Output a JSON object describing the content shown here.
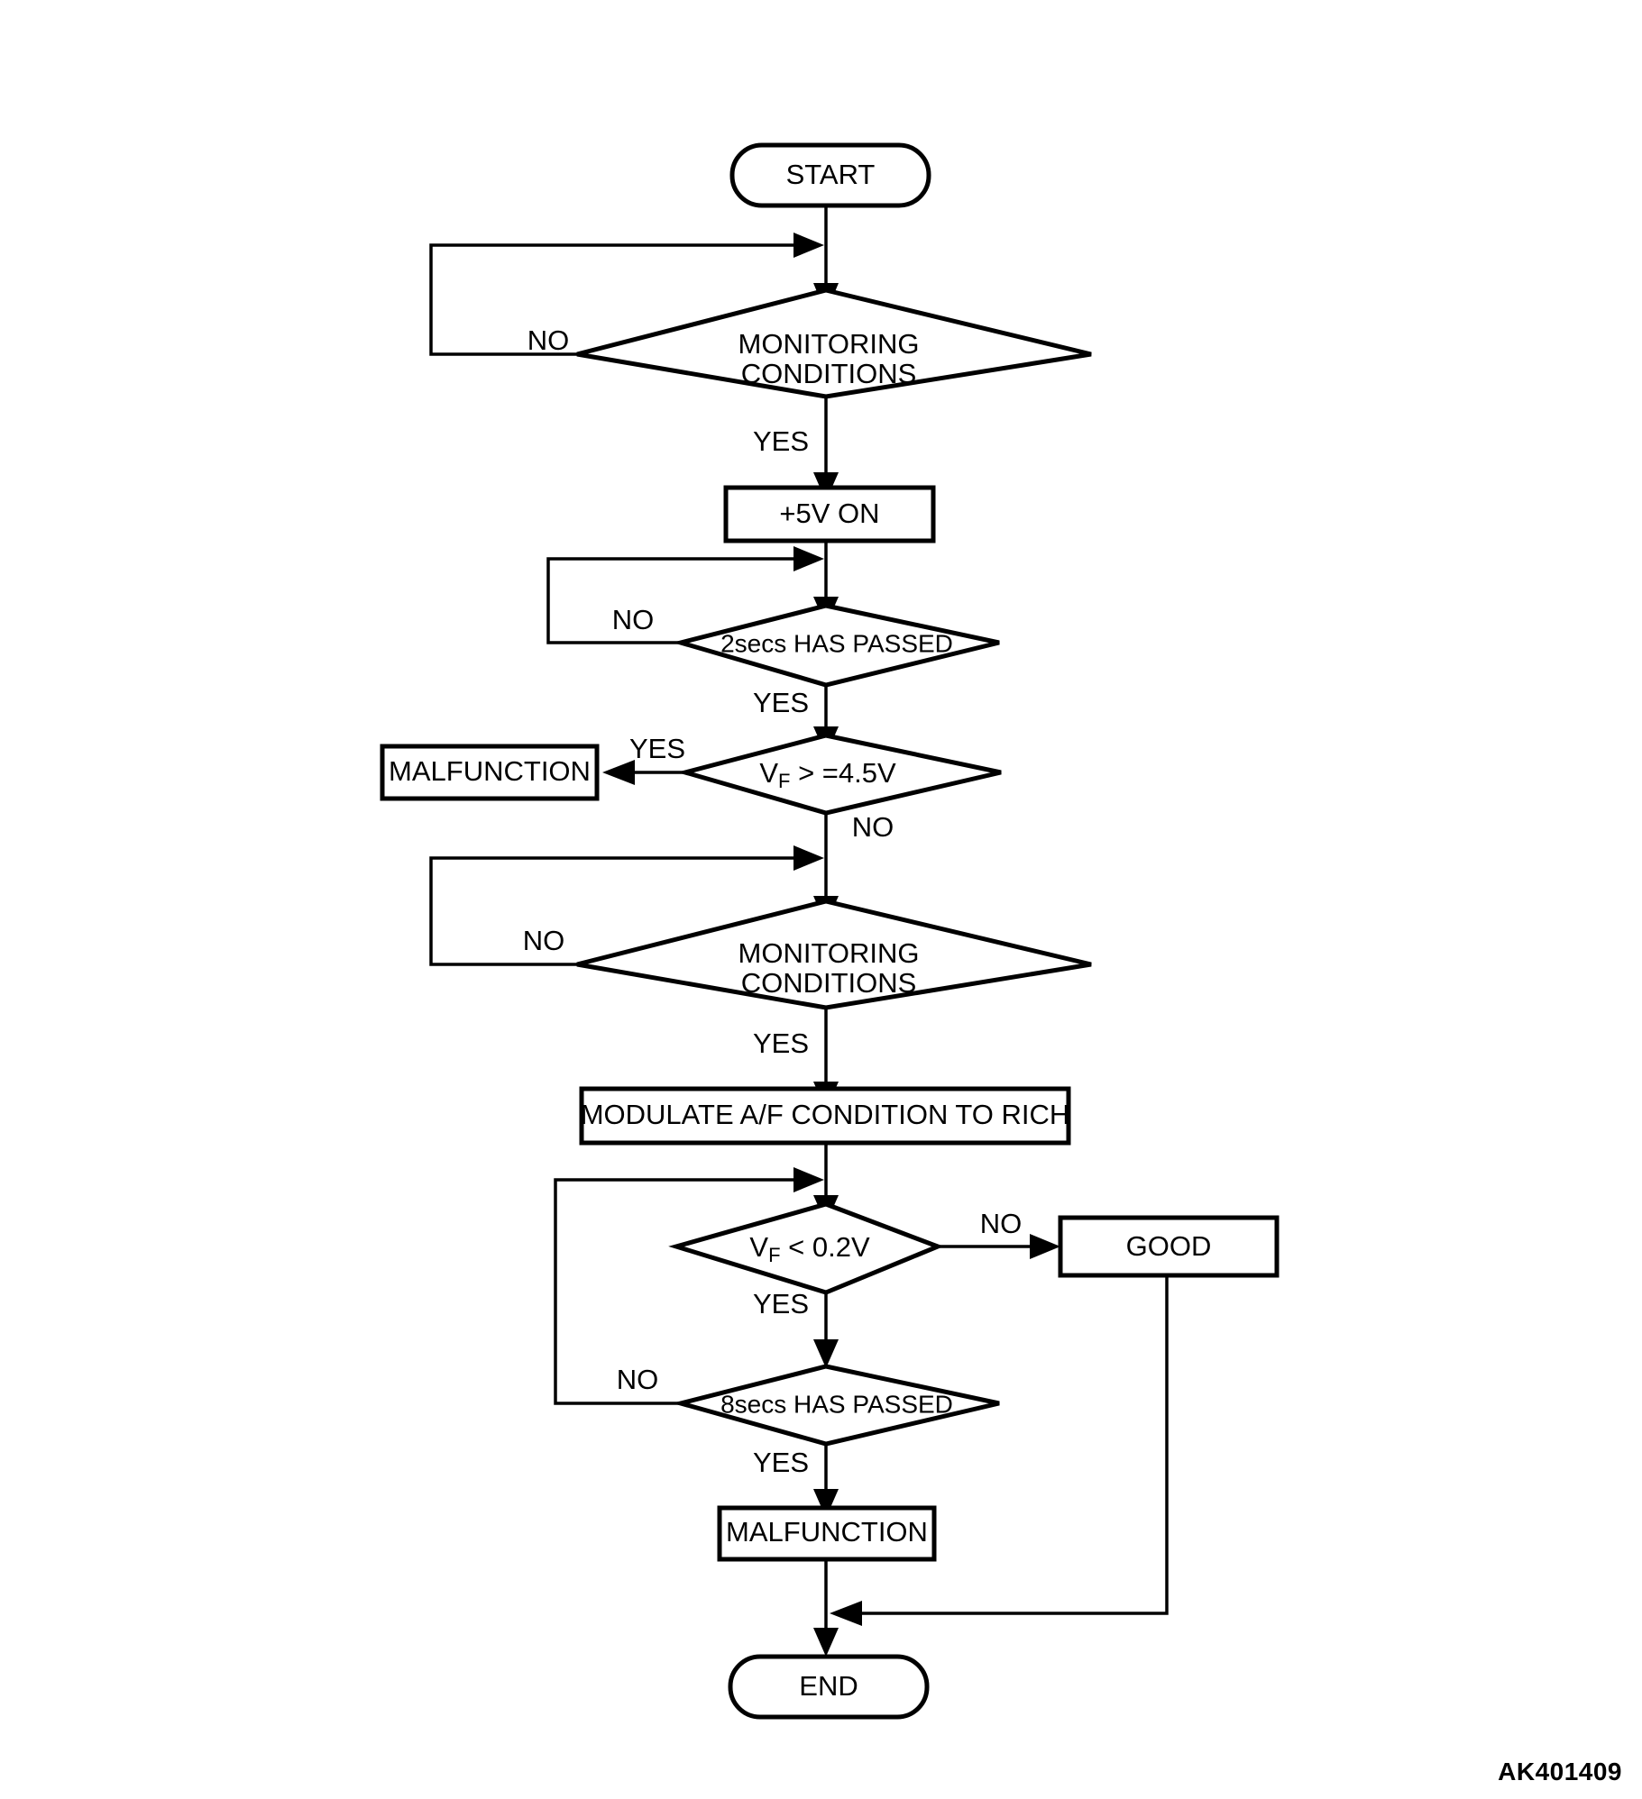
{
  "figure": {
    "type": "flowchart",
    "reference_code": "AK401409",
    "background_color": "#ffffff",
    "line_color": "#000000"
  },
  "nodes": {
    "start": {
      "label": "START",
      "shape": "terminator"
    },
    "monitoring_conditions_1": {
      "label_line1": "MONITORING",
      "label_line2": "CONDITIONS",
      "shape": "decision"
    },
    "five_volt_on": {
      "label": "+5V ON",
      "shape": "process"
    },
    "two_secs_passed": {
      "label": "2secs HAS PASSED",
      "shape": "decision"
    },
    "vf_ge_4_5v": {
      "label_main": "V",
      "label_sub": "F",
      "label_rest": " > =4.5V",
      "shape": "decision"
    },
    "malfunction_1": {
      "label": "MALFUNCTION",
      "shape": "process"
    },
    "monitoring_conditions_2": {
      "label_line1": "MONITORING",
      "label_line2": "CONDITIONS",
      "shape": "decision"
    },
    "modulate_af": {
      "label": "MODULATE A/F CONDITION TO RICH",
      "shape": "process"
    },
    "vf_lt_0_2v": {
      "label_main": "V",
      "label_sub": "F",
      "label_rest": " < 0.2V",
      "shape": "decision"
    },
    "good": {
      "label": "GOOD",
      "shape": "process"
    },
    "eight_secs_passed": {
      "label": "8secs HAS PASSED",
      "shape": "decision"
    },
    "malfunction_2": {
      "label": "MALFUNCTION",
      "shape": "process"
    },
    "end": {
      "label": "END",
      "shape": "terminator"
    }
  },
  "edge_labels": {
    "mc1_no": "NO",
    "mc1_yes": "YES",
    "two_secs_no": "NO",
    "two_secs_yes": "YES",
    "vf45_yes": "YES",
    "vf45_no": "NO",
    "mc2_no": "NO",
    "mc2_yes": "YES",
    "vf02_no": "NO",
    "vf02_yes": "YES",
    "eight_secs_no": "NO",
    "eight_secs_yes": "YES"
  }
}
